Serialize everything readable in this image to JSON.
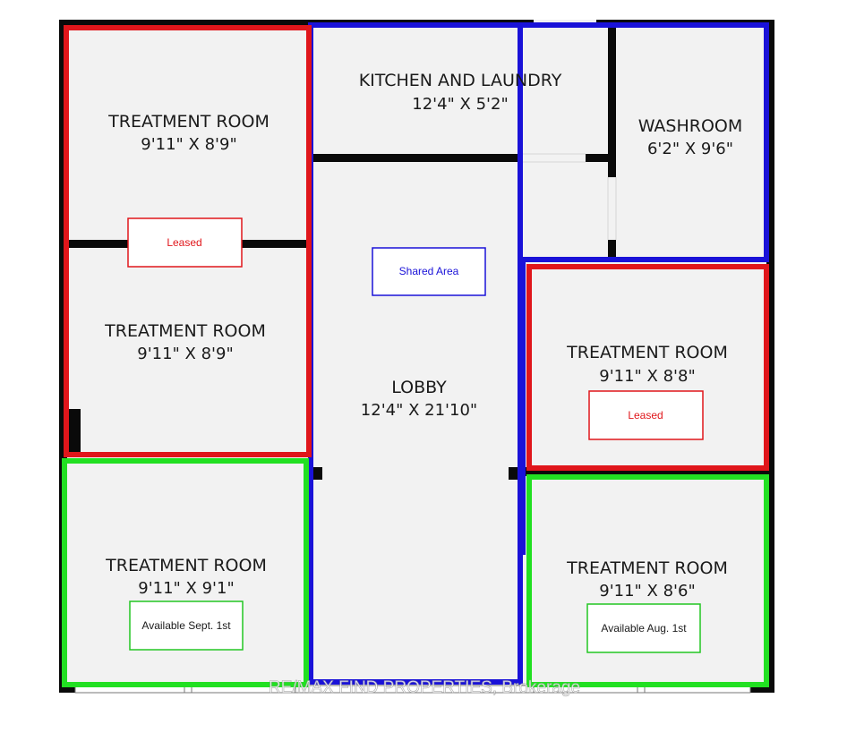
{
  "colors": {
    "leased": "#e0161b",
    "available": "#22e022",
    "shared": "#1a12d8",
    "wall": "#0a0a0a",
    "floor": "#f2f2f2"
  },
  "rooms": {
    "kitchen": {
      "name": "KITCHEN AND LAUNDRY",
      "dims": "12'4\" X 5'2\""
    },
    "washroom": {
      "name": "WASHROOM",
      "dims": "6'2\" X 9'6\""
    },
    "lobby": {
      "name": "LOBBY",
      "dims": "12'4\" X 21'10\""
    },
    "treatment_top_left": {
      "name": "TREATMENT ROOM",
      "dims": "9'11\" X 8'9\""
    },
    "treatment_mid_left": {
      "name": "TREATMENT ROOM",
      "dims": "9'11\" X 8'9\""
    },
    "treatment_bottom_left": {
      "name": "TREATMENT ROOM",
      "dims": "9'11\" X 9'1\""
    },
    "treatment_mid_right": {
      "name": "TREATMENT ROOM",
      "dims": "9'11\" X 8'8\""
    },
    "treatment_bottom_right": {
      "name": "TREATMENT ROOM",
      "dims": "9'11\" X 8'6\""
    }
  },
  "tags": {
    "leased_left": "Leased",
    "shared_area": "Shared Area",
    "leased_right": "Leased",
    "available_left": "Available Sept. 1st",
    "available_right": "Available Aug. 1st"
  },
  "watermark": "RE/MAX FIND PROPERTIES, Brokerage"
}
